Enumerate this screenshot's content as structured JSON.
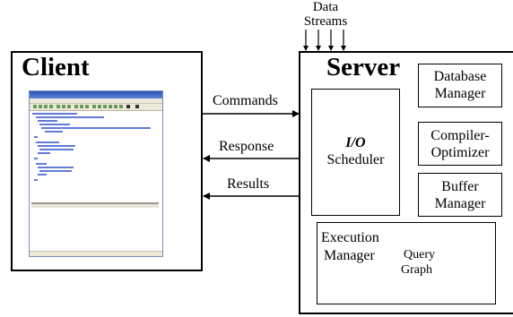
{
  "data_streams": {
    "line1": "Data",
    "line2": "Streams"
  },
  "client": {
    "title": "Client"
  },
  "server": {
    "title": "Server"
  },
  "arrows": {
    "commands": "Commands",
    "response": "Response",
    "results": "Results"
  },
  "io_scheduler": {
    "line1": "I/O",
    "line2": "Scheduler"
  },
  "database_manager": {
    "line1": "Database",
    "line2": "Manager"
  },
  "compiler_optimizer": {
    "line1": "Compiler-",
    "line2": "Optimizer"
  },
  "buffer_manager": {
    "line1": "Buffer",
    "line2": "Manager"
  },
  "execution_manager": {
    "line1": "Execution",
    "line2": "Manager"
  },
  "query_graph": {
    "line1": "Query",
    "line2": "Graph"
  }
}
